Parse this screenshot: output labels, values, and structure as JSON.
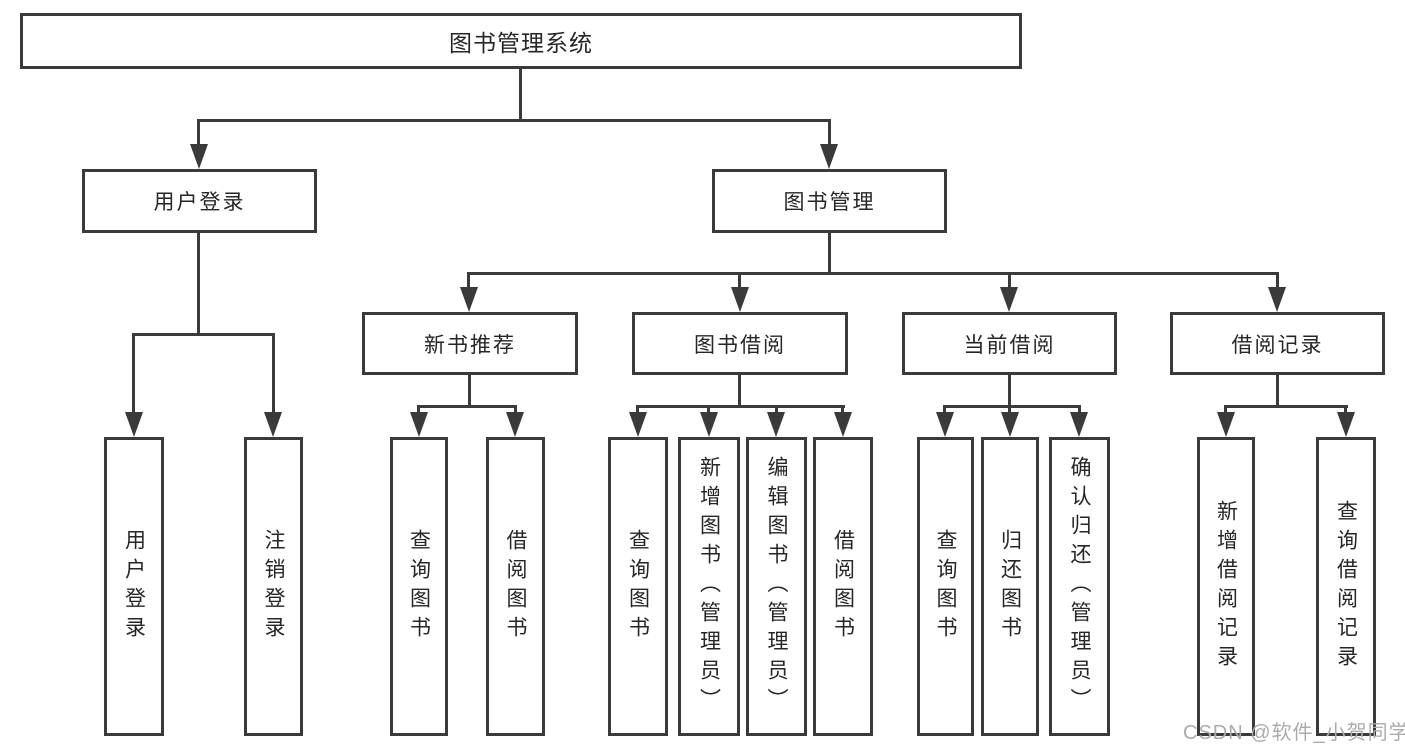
{
  "diagram": {
    "root": {
      "label": "图书管理系统"
    },
    "level2": [
      {
        "label": "用户登录"
      },
      {
        "label": "图书管理"
      }
    ],
    "level3": [
      {
        "label": "新书推荐"
      },
      {
        "label": "图书借阅"
      },
      {
        "label": "当前借阅"
      },
      {
        "label": "借阅记录"
      }
    ],
    "leaves": {
      "user_login": [
        {
          "label": "用户登录"
        },
        {
          "label": "注销登录"
        }
      ],
      "new_book": [
        {
          "label": "查询图书"
        },
        {
          "label": "借阅图书"
        }
      ],
      "book_borrow": [
        {
          "label": "查询图书"
        },
        {
          "label": "新增图书（管理员）"
        },
        {
          "label": "编辑图书（管理员）"
        },
        {
          "label": "借阅图书"
        }
      ],
      "current_borrow": [
        {
          "label": "查询图书"
        },
        {
          "label": "归还图书"
        },
        {
          "label": "确认归还（管理员）"
        }
      ],
      "borrow_record": [
        {
          "label": "新增借阅记录"
        },
        {
          "label": "查询借阅记录"
        }
      ]
    },
    "watermark": "CSDN @软件_小贺同学",
    "colors": {
      "line": "#3a3a3a",
      "text": "#262626",
      "watermark": "#ababab",
      "background": "#ffffff"
    }
  }
}
